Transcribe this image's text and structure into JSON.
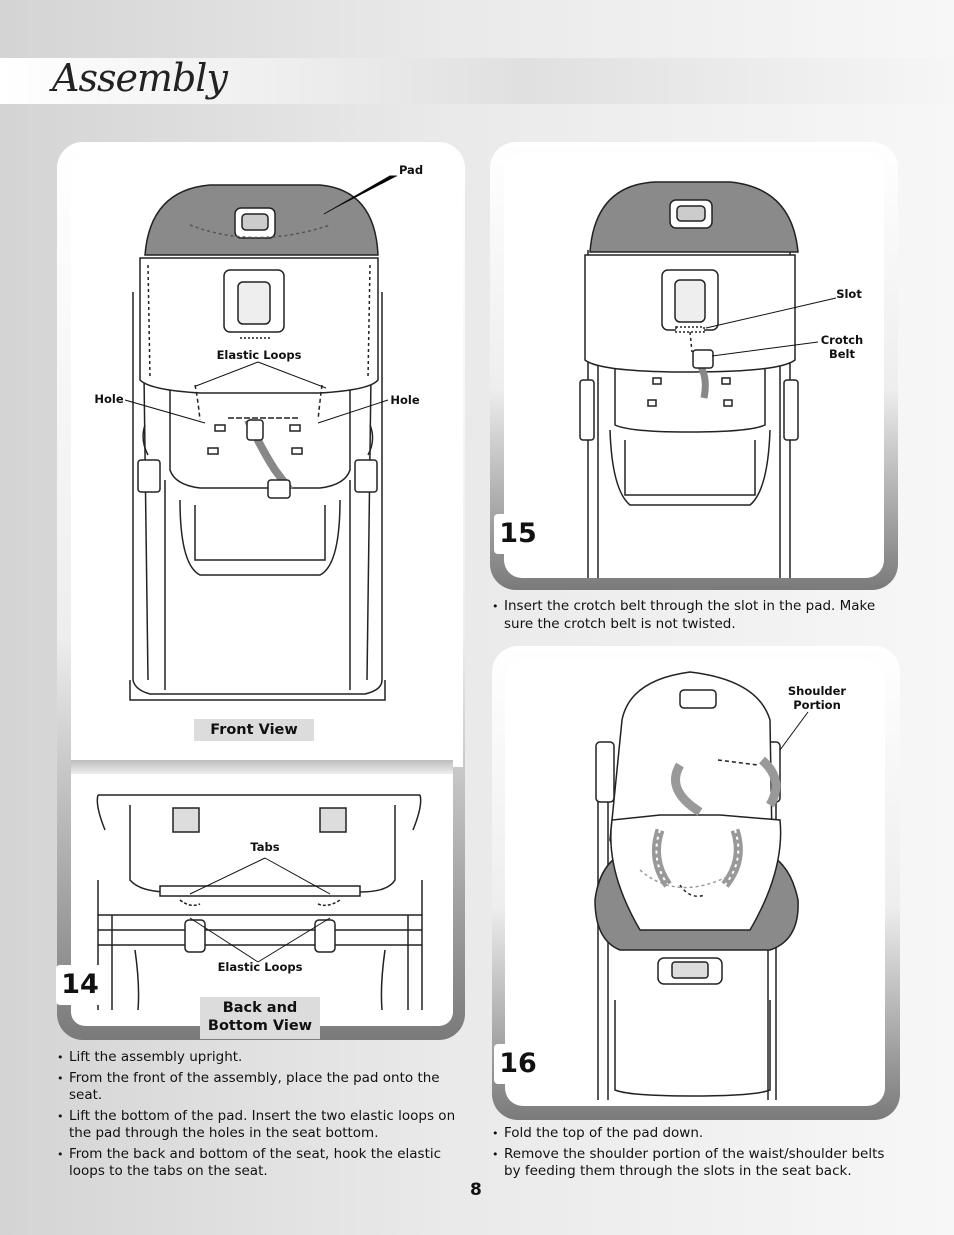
{
  "page": {
    "title": "Assembly",
    "page_number": "8"
  },
  "step14": {
    "number": "14",
    "front_view": {
      "caption": "Front View",
      "labels": {
        "pad": "Pad",
        "elastic_loops": "Elastic Loops",
        "hole_left": "Hole",
        "hole_right": "Hole"
      }
    },
    "back_view": {
      "caption_line1": "Back and",
      "caption_line2": "Bottom View",
      "labels": {
        "tabs": "Tabs",
        "elastic_loops": "Elastic Loops"
      }
    },
    "instructions": [
      "Lift the assembly upright.",
      "From the front of the assembly, place the pad onto the seat.",
      "Lift the bottom of the pad. Insert the two elastic loops on the pad through the holes in the seat bottom.",
      "From the back and bottom of the seat, hook the elastic loops to the tabs on the seat."
    ]
  },
  "step15": {
    "number": "15",
    "labels": {
      "slot": "Slot",
      "crotch_belt_line1": "Crotch",
      "crotch_belt_line2": "Belt"
    },
    "instructions": [
      "Insert the crotch belt through the slot in the pad. Make sure the crotch belt is not twisted."
    ]
  },
  "step16": {
    "number": "16",
    "labels": {
      "shoulder_portion_line1": "Shoulder",
      "shoulder_portion_line2": "Portion"
    },
    "instructions": [
      "Fold the top of the pad down.",
      "Remove the shoulder portion of the waist/shoulder belts by feeding them through the slots in the seat back."
    ]
  },
  "colors": {
    "pad_fill": "#8a8a8a",
    "panel_shadow": "#7a7a7a",
    "caption_bg": "#dcdcdc"
  }
}
